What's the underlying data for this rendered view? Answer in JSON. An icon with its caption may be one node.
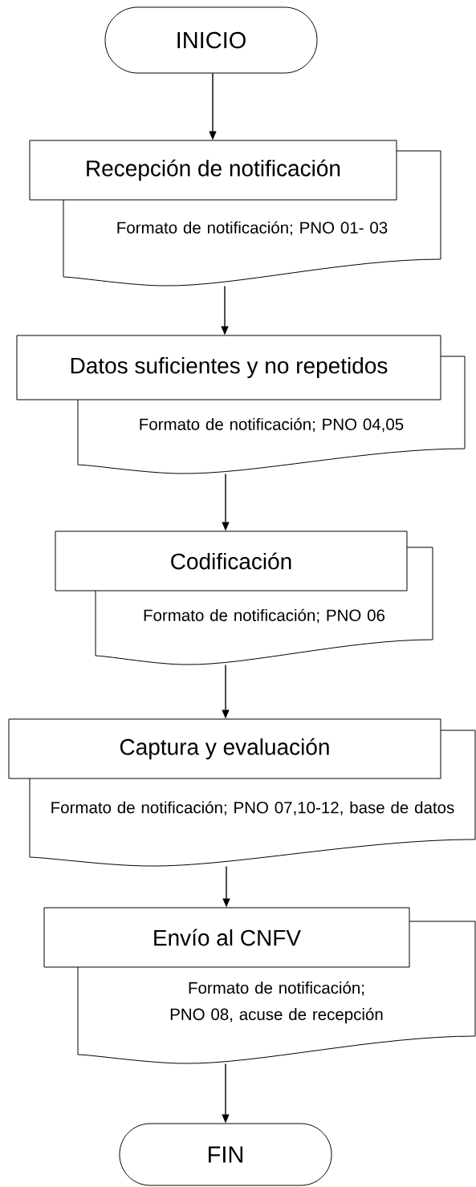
{
  "diagram": {
    "nodes": [
      {
        "text": [
          "INICIO"
        ]
      },
      {
        "text": [
          "Recepción de notificación"
        ]
      },
      {
        "text": [
          "Formato de notificación; PNO 01- 03"
        ]
      },
      {
        "text": [
          "Datos suficientes y no repetidos"
        ]
      },
      {
        "text": [
          "Formato de notificación; PNO 04,05"
        ]
      },
      {
        "text": [
          "Codificación"
        ]
      },
      {
        "text": [
          "Formato de notificación; PNO 06"
        ]
      },
      {
        "text": [
          "Captura y evaluación"
        ]
      },
      {
        "text": [
          "Formato de notificación; PNO 07,10-12, base de datos"
        ]
      },
      {
        "text": [
          "Envío al CNFV"
        ]
      },
      {
        "text": [
          "Formato de notificación; PNO 08, acuse de recepción"
        ]
      },
      {
        "text": [
          "FIN"
        ]
      }
    ],
    "edges": [
      {
        "from": 0,
        "to": 1,
        "arrow": "to"
      },
      {
        "from": 2,
        "to": 3,
        "arrow": "to"
      },
      {
        "from": 4,
        "to": 5,
        "arrow": "to"
      },
      {
        "from": 6,
        "to": 7,
        "arrow": "to"
      },
      {
        "from": 8,
        "to": 9,
        "arrow": "to"
      },
      {
        "from": 10,
        "to": 11,
        "arrow": "to"
      }
    ]
  }
}
